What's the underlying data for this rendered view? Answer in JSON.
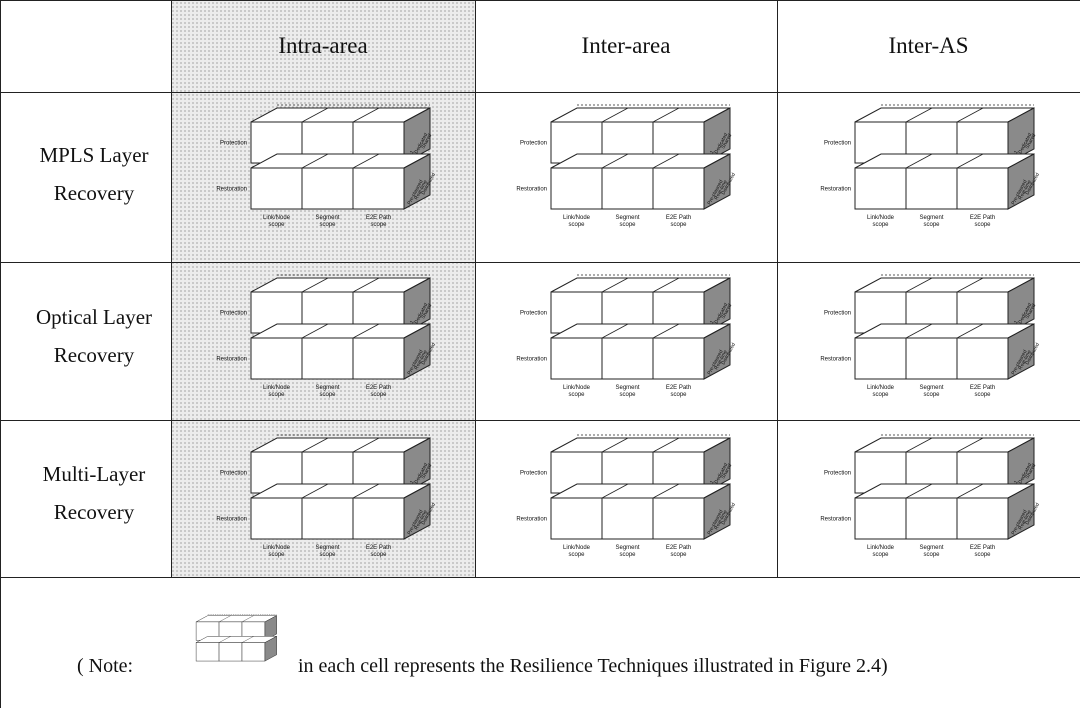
{
  "header": {
    "corner": "",
    "columns": [
      "Intra-area",
      "Inter-area",
      "Inter-AS"
    ]
  },
  "rows": [
    {
      "label_line1": "MPLS Layer",
      "label_line2": "Recovery"
    },
    {
      "label_line1": "Optical Layer",
      "label_line2": "Recovery"
    },
    {
      "label_line1": "Multi-Layer",
      "label_line2": "Recovery"
    }
  ],
  "cube": {
    "row_labels": [
      "Protection",
      "Restoration"
    ],
    "scope_labels": [
      [
        "Link/Node",
        "scope"
      ],
      [
        "Segment",
        "scope"
      ],
      [
        "E2E Path",
        "scope"
      ]
    ],
    "side_labels_top": [
      "1+1",
      "Dedicated",
      "Shared"
    ],
    "side_labels_bottom": [
      "Pre-planned",
      "Real-time",
      "Distributed"
    ]
  },
  "note": {
    "prefix": "( Note:",
    "text": "in each cell represents the Resilience Techniques illustrated in Figure 2.4)"
  },
  "colors": {
    "line": "#222222",
    "shade": "#ececec",
    "side_face": "#8a8a8a"
  },
  "icons": [
    "resilience-cube-icon"
  ]
}
